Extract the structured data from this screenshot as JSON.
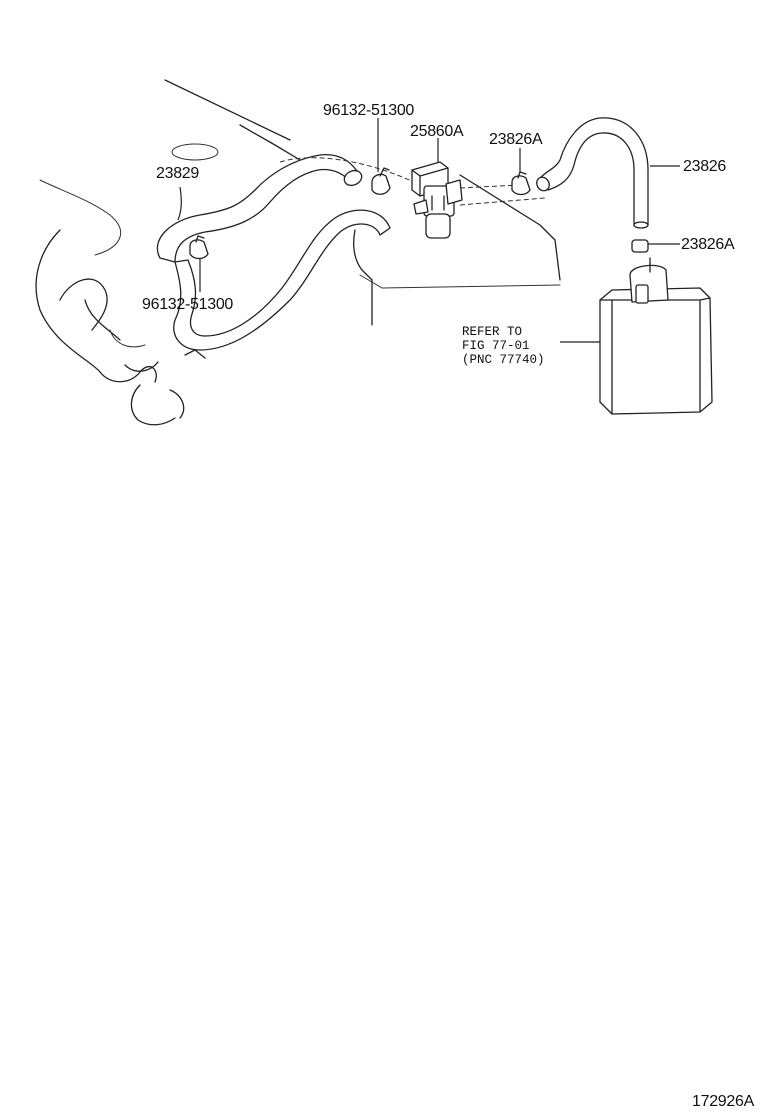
{
  "diagram": {
    "labels": {
      "clamp_upper": "96132-51300",
      "vsv": "25860A",
      "clamp_right": "23826A",
      "hose_right": "23826",
      "hose_left": "23829",
      "clamp_lower_right": "23826A",
      "clamp_lower_left": "96132-51300",
      "refer_line1": "REFER TO",
      "refer_line2": "FIG 77-01",
      "refer_line3": "(PNC 77740)",
      "figure_code": "172926A"
    }
  }
}
